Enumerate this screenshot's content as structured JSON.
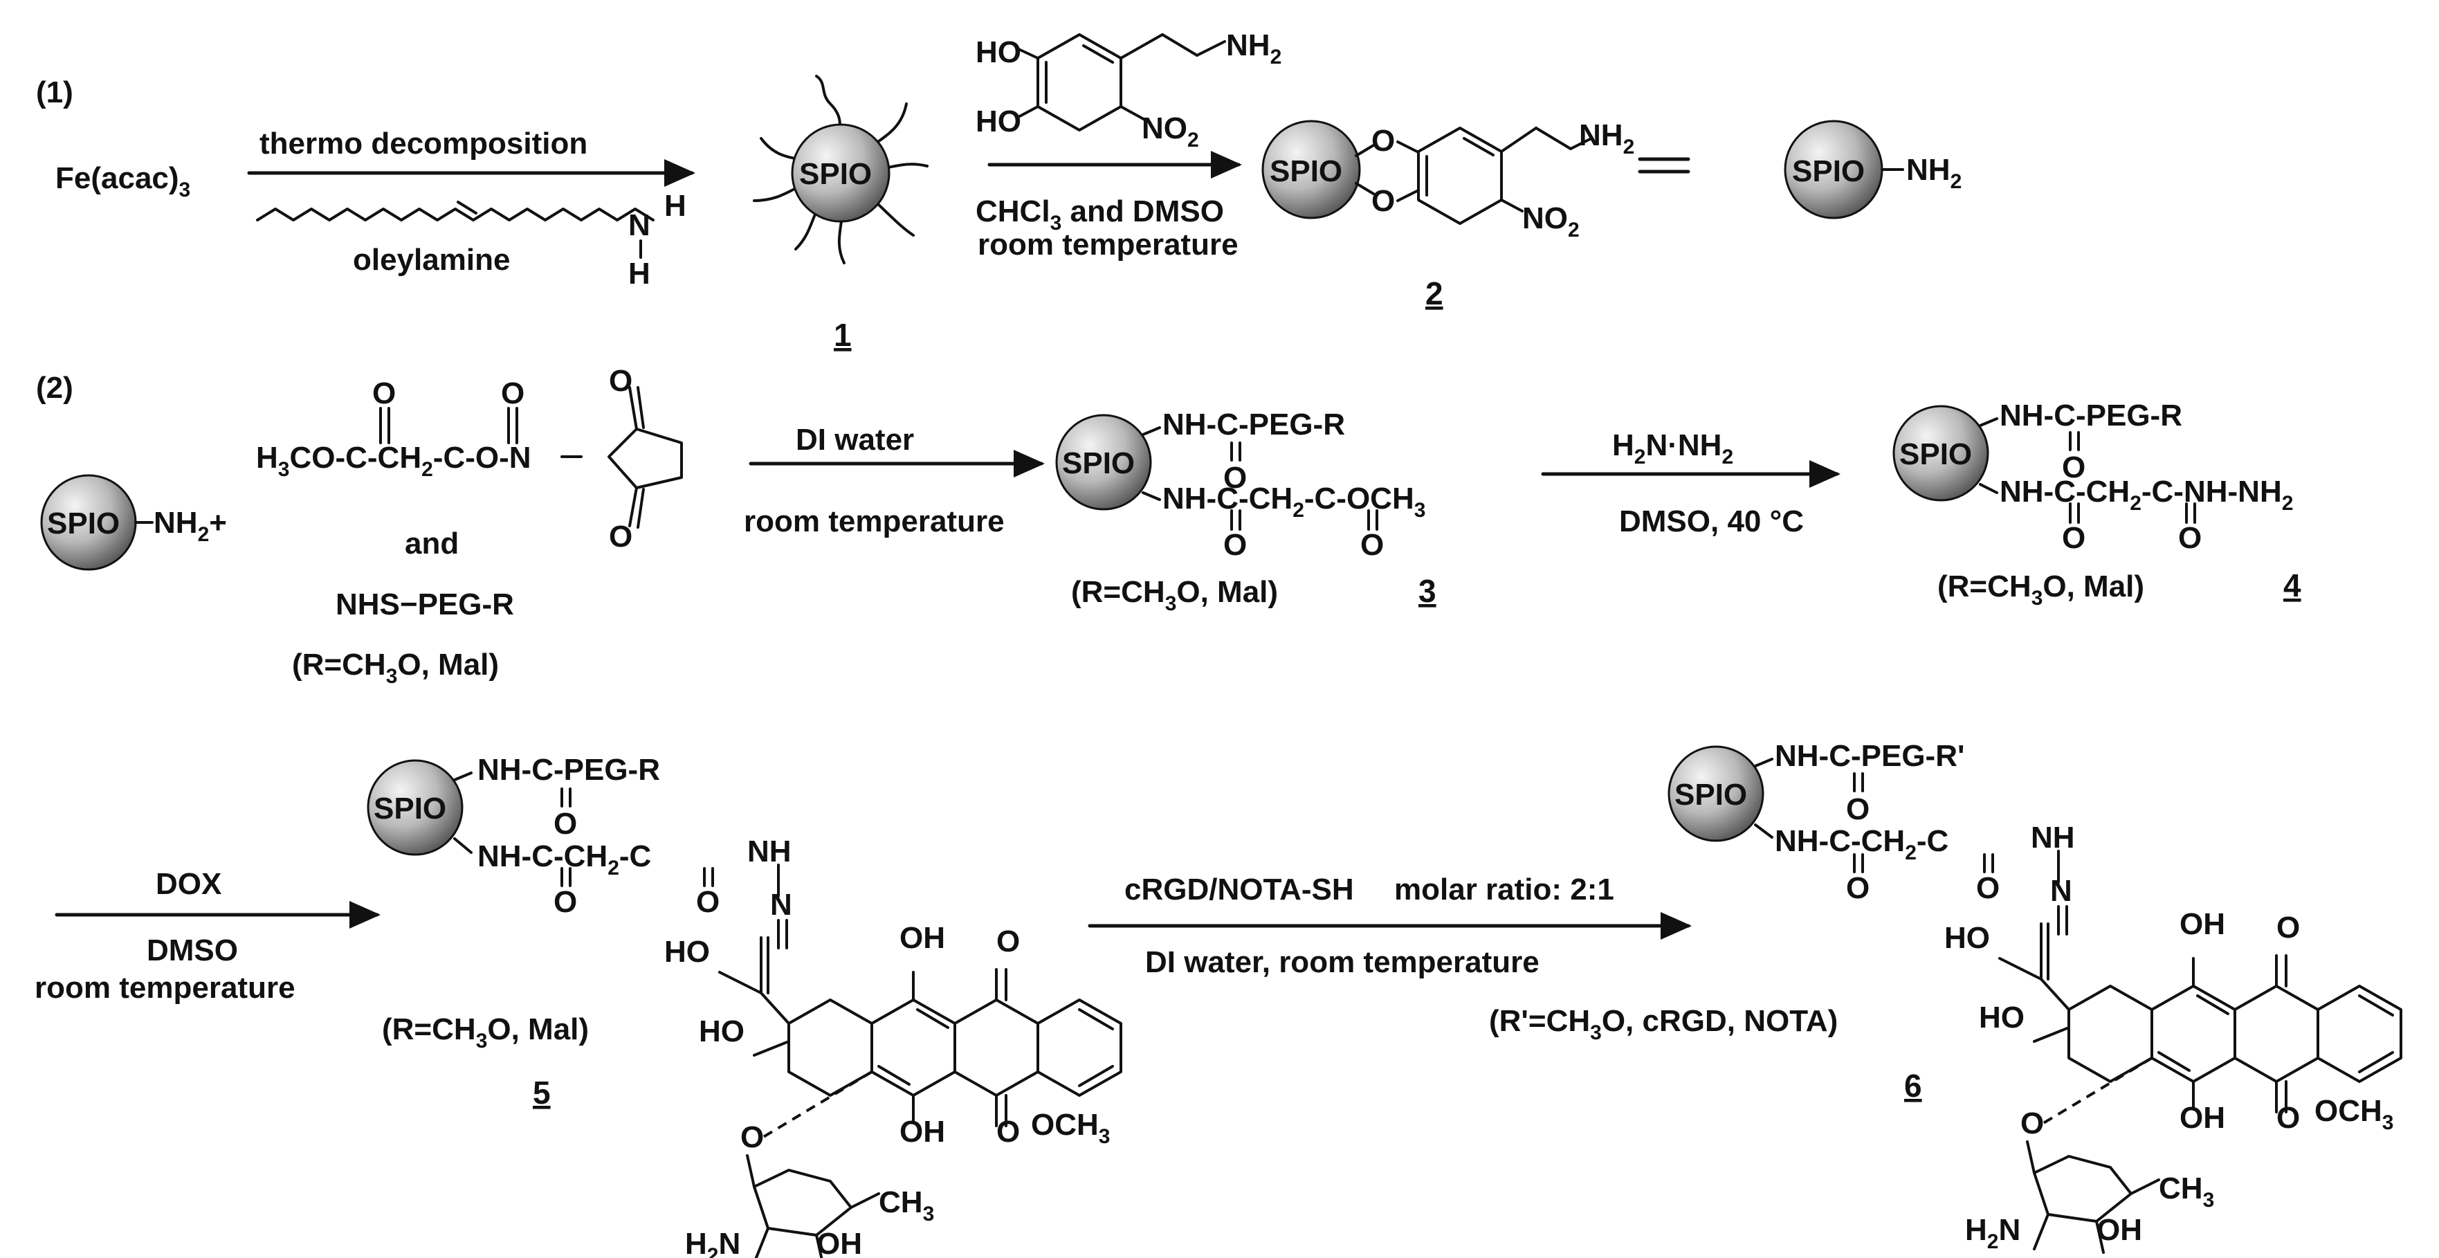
{
  "part1": {
    "label": "(1)",
    "reactant": "Fe(acac)",
    "reactant_sub": "3",
    "step1_above": "thermo decomposition",
    "step1_below": "oleylamine",
    "amine_n": "N",
    "amine_h1": "H",
    "amine_h2": "H",
    "dopamine_ho1": "HO",
    "dopamine_ho2": "HO",
    "dopamine_nh2": "NH",
    "dopamine_no2": "NO",
    "step2_below1": "CHCl",
    "step2_below1b": " and DMSO",
    "step2_below2": "room temperature",
    "compound1": "1",
    "compound2": "2",
    "nh2_text": "NH",
    "no2_text": "NO",
    "o_text": "O",
    "spio_nh2": "NH"
  },
  "part2": {
    "label": "(2)",
    "spio_nh2": "NH",
    "plus": "+",
    "ester_formula": "H",
    "and": "and",
    "nhs_peg": "NHS−PEG-R",
    "r_def": "(R=CH",
    "r_def_b": "O, Mal)",
    "step3_above": "DI water",
    "step3_below": "room temperature",
    "step4_above": "H",
    "step4_below": "DMSO, 40 °C",
    "compound3": "3",
    "compound4": "4",
    "peg_r": "NH-C-PEG-R",
    "chain3": "NH-C-CH",
    "ome": "C-OCH",
    "hydrazide": "C-NH-NH",
    "o": "O"
  },
  "part3": {
    "step5_above": "DOX",
    "step5_below1": "DMSO",
    "step5_below2": "room temperature",
    "step6_above": "cRGD/NOTA-SH",
    "step6_ratio": "molar ratio: 2:1",
    "step6_below": "DI water, room temperature",
    "r_prime_def": "(R'=CH",
    "r_prime_def_b": "O, cRGD, NOTA)",
    "compound5": "5",
    "compound6": "6",
    "peg_rp": "NH-C-PEG-R'",
    "nh": "NH",
    "n": "N",
    "oh": "OH",
    "ho": "HO",
    "och3": "OCH",
    "ch3": "CH",
    "h2n": "H",
    "o": "O"
  },
  "particle": {
    "label": "SPIO"
  },
  "colors": {
    "ink": "#111111",
    "ball_light": "#f2f2f2",
    "ball_dark": "#6e6e6e"
  }
}
